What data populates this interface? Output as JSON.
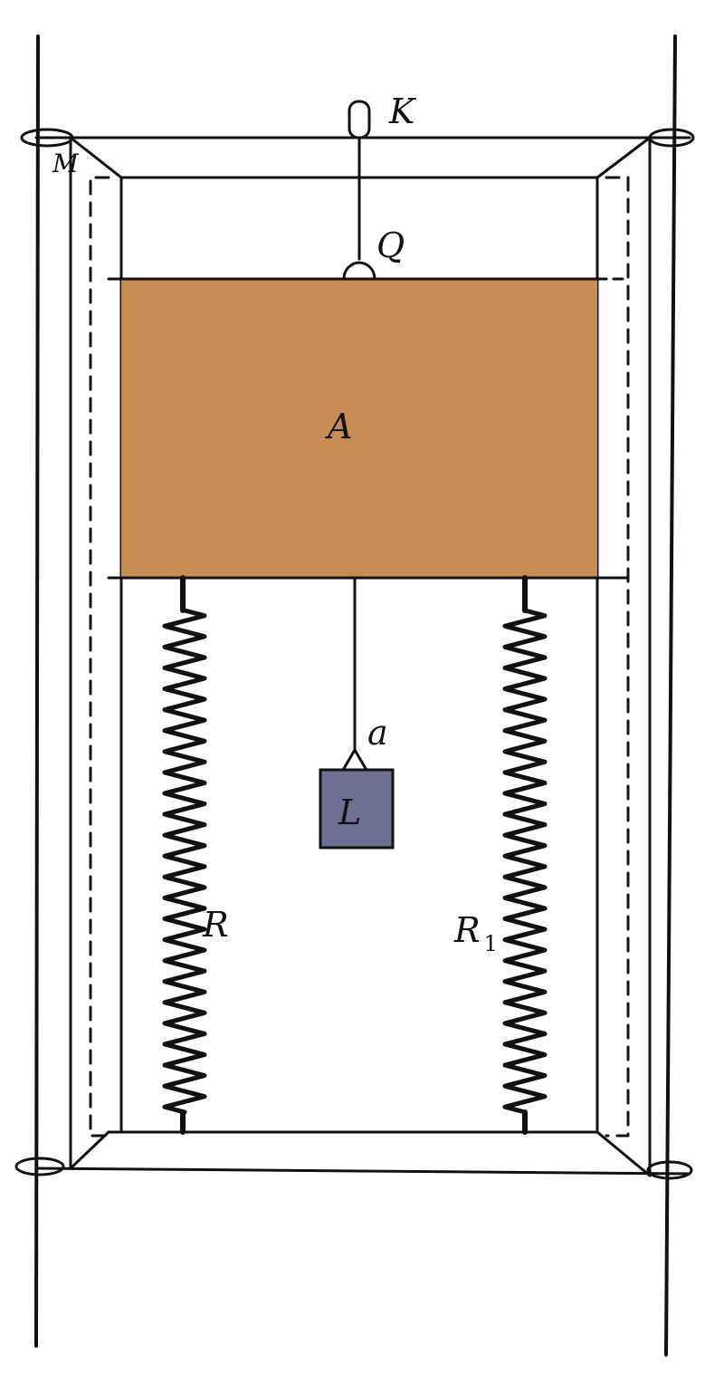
{
  "labels": {
    "K": "K",
    "M": "M",
    "Q": "Q",
    "A": "A",
    "a": "a",
    "L": "L",
    "R": "R",
    "R1_main": "R",
    "R1_sub": "1"
  },
  "colors": {
    "block_A": "#C68C52",
    "weight_L": "#6D6F94",
    "line": "#111111",
    "background": "#ffffff"
  }
}
